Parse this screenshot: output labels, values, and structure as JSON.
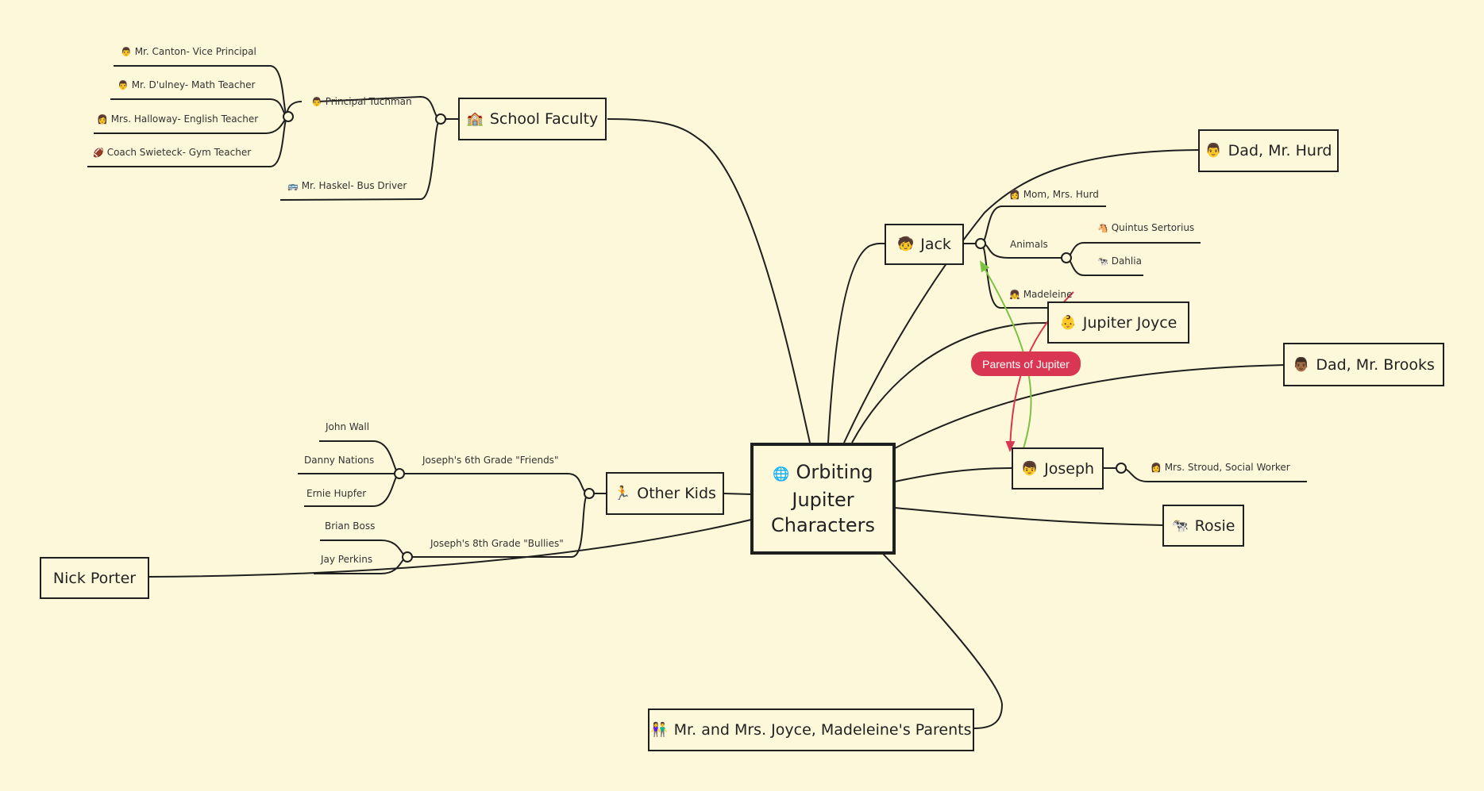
{
  "central": {
    "icon": "🌐",
    "line1": "Orbiting",
    "line2": "Jupiter",
    "line3": "Characters"
  },
  "main_topics": {
    "school_faculty": {
      "icon": "🏫",
      "label": "School Faculty"
    },
    "jack": {
      "icon": "🧒",
      "label": "Jack"
    },
    "dad_hurd": {
      "icon": "👨",
      "label": "Dad, Mr. Hurd"
    },
    "jupiter_joyce": {
      "icon": "👶",
      "label": "Jupiter Joyce"
    },
    "dad_brooks": {
      "icon": "👨🏾",
      "label": "Dad, Mr. Brooks"
    },
    "joseph": {
      "icon": "👦",
      "label": "Joseph"
    },
    "rosie": {
      "icon": "🐄",
      "label": "Rosie"
    },
    "joyce_parents": {
      "icon": "👫",
      "label": "Mr. and Mrs. Joyce, Madeleine's Parents"
    },
    "other_kids": {
      "icon": "🏃",
      "label": "Other Kids"
    },
    "nick_porter": {
      "icon": "",
      "label": "Nick Porter"
    }
  },
  "subtopics": {
    "principal": {
      "icon": "👨",
      "label": "Principal Tuchman"
    },
    "canton": {
      "icon": "👨",
      "label": "Mr. Canton- Vice Principal"
    },
    "dulney": {
      "icon": "👨",
      "label": "Mr. D'ulney- Math Teacher"
    },
    "halloway": {
      "icon": "👩",
      "label": "Mrs. Halloway- English Teacher"
    },
    "swieteck": {
      "icon": "🏈",
      "label": "Coach Swieteck- Gym Teacher"
    },
    "haskel": {
      "icon": "🚌",
      "label": "Mr. Haskel- Bus Driver"
    },
    "mom_hurd": {
      "icon": "👩",
      "label": "Mom, Mrs. Hurd"
    },
    "animals": {
      "icon": "",
      "label": "Animals"
    },
    "quintus": {
      "icon": "🐴",
      "label": "Quintus Sertorius"
    },
    "dahlia": {
      "icon": "🐄",
      "label": "Dahlia"
    },
    "madeleine": {
      "icon": "👧",
      "label": "Madeleine"
    },
    "stroud": {
      "icon": "👩",
      "label": "Mrs. Stroud, Social Worker"
    },
    "friends": {
      "icon": "",
      "label": "Joseph's 6th Grade \"Friends\""
    },
    "bullies": {
      "icon": "",
      "label": "Joseph's 8th Grade \"Bullies\""
    },
    "john_wall": {
      "icon": "",
      "label": "John Wall"
    },
    "danny": {
      "icon": "",
      "label": "Danny Nations"
    },
    "ernie": {
      "icon": "",
      "label": "Ernie Hupfer"
    },
    "brian": {
      "icon": "",
      "label": "Brian Boss"
    },
    "jay": {
      "icon": "",
      "label": "Jay Perkins"
    }
  },
  "relationship": {
    "label": "Parents of Jupiter",
    "color": "#d93651",
    "arrow_colors": [
      "#d93651",
      "#7cc242"
    ]
  },
  "colors": {
    "background": "#fef8da",
    "line": "#1f1f1f"
  }
}
